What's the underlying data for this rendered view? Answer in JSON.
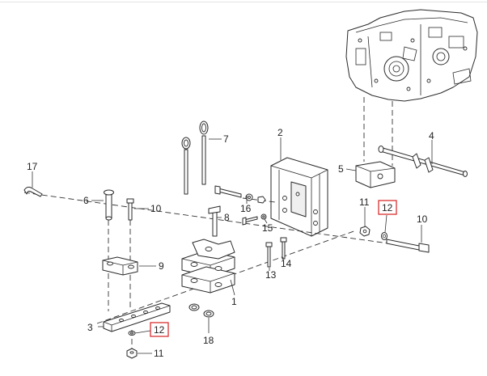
{
  "callouts": {
    "c1": "1",
    "c2": "2",
    "c3": "3",
    "c4": "4",
    "c5": "5",
    "c6": "6",
    "c7": "7",
    "c8": "8",
    "c9": "9",
    "c10a": "10",
    "c10b": "10",
    "c11a": "11",
    "c11b": "11",
    "c12a": "12",
    "c12b": "12",
    "c13": "13",
    "c14": "14",
    "c15": "15",
    "c16": "16",
    "c17": "17",
    "c18": "18"
  },
  "highlighted_parts": [
    "12"
  ],
  "colors": {
    "line": "#2a2a2a",
    "highlight": "#d62020",
    "background": "#ffffff"
  }
}
